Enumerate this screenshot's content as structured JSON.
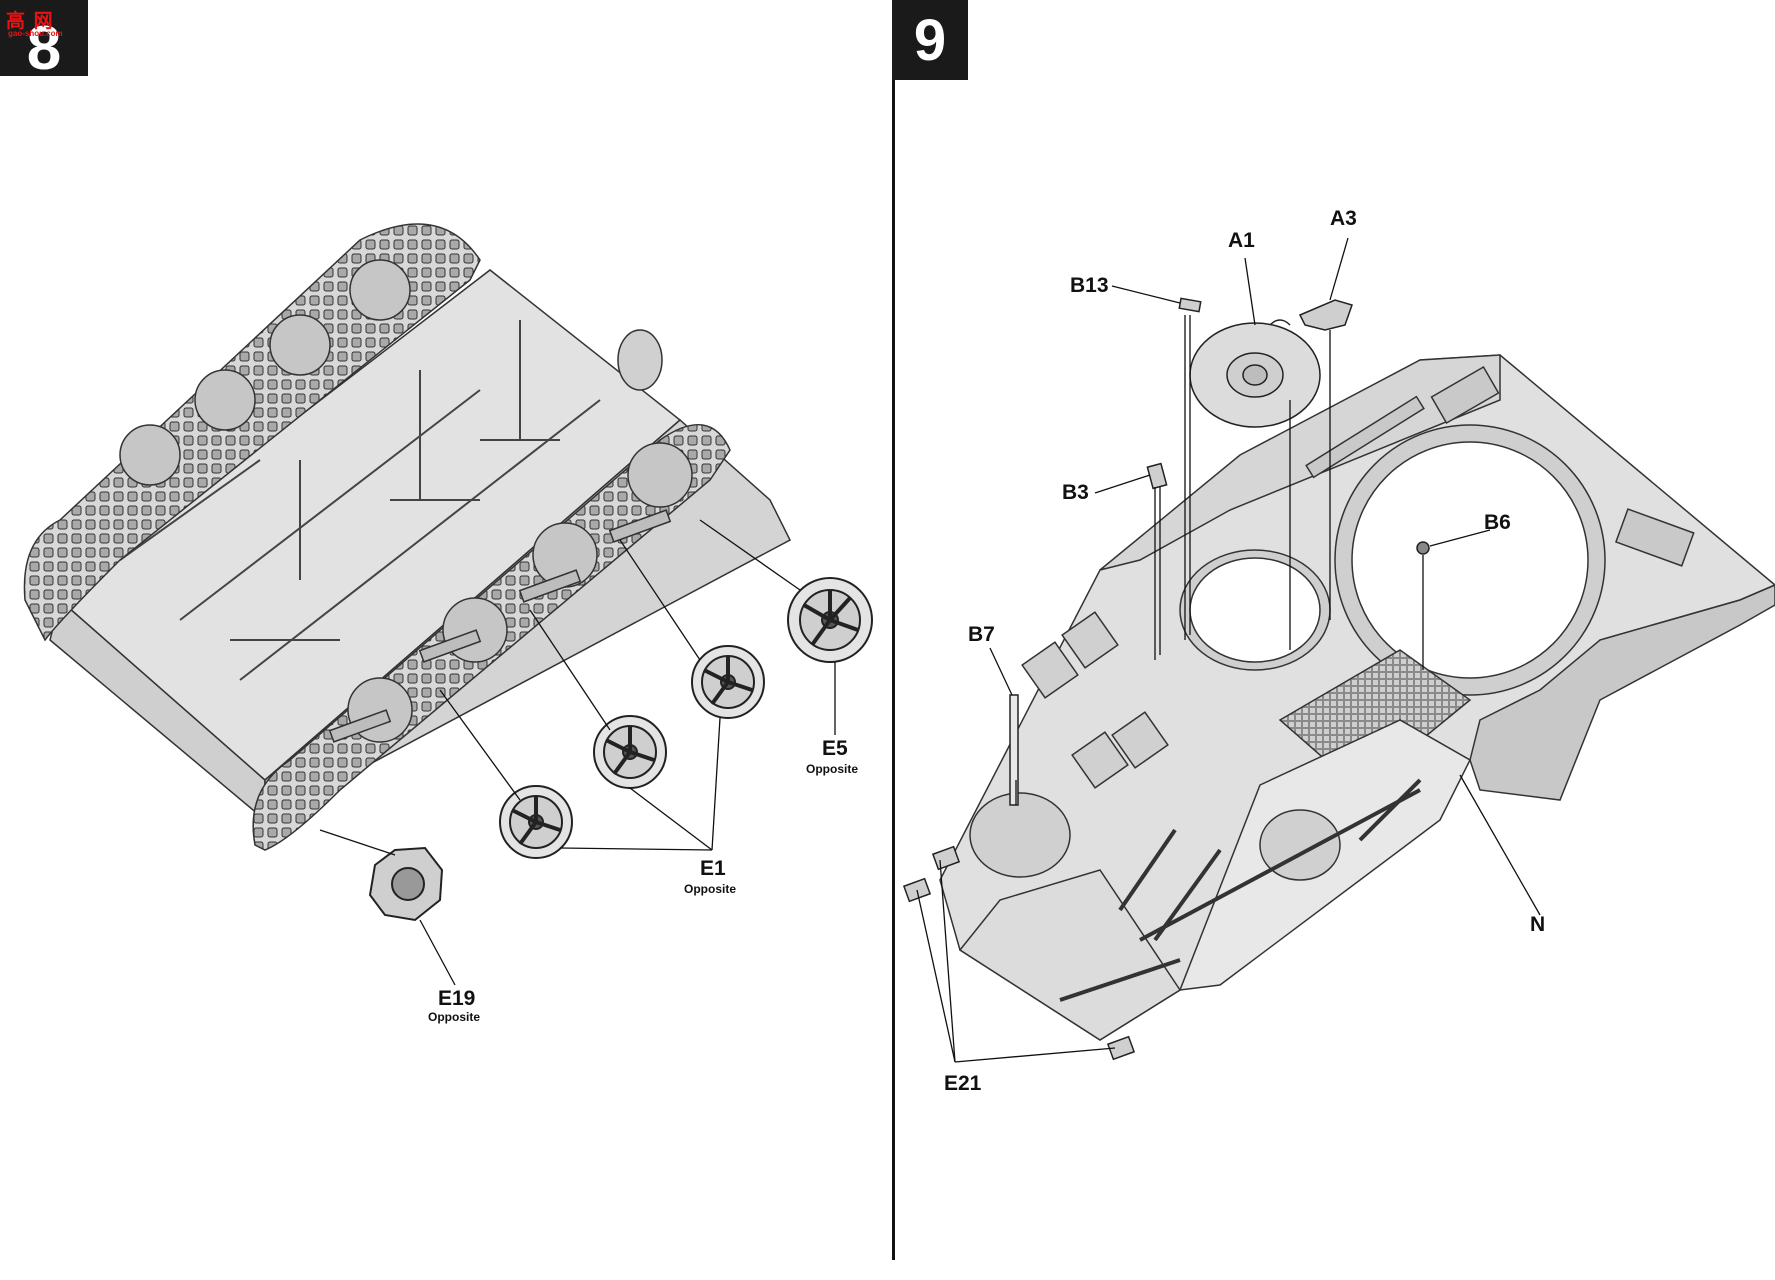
{
  "steps": [
    {
      "number": "8",
      "logo": {
        "text": "高 网",
        "sub": "gao-shou.com"
      },
      "callouts": [
        {
          "id": "E5",
          "label": "E5",
          "note": "Opposite"
        },
        {
          "id": "E1",
          "label": "E1",
          "note": "Opposite"
        },
        {
          "id": "E19",
          "label": "E19",
          "note": "Opposite"
        }
      ]
    },
    {
      "number": "9",
      "callouts": [
        {
          "id": "A1",
          "label": "A1"
        },
        {
          "id": "A3",
          "label": "A3"
        },
        {
          "id": "B13",
          "label": "B13"
        },
        {
          "id": "B3",
          "label": "B3"
        },
        {
          "id": "B6",
          "label": "B6"
        },
        {
          "id": "B7",
          "label": "B7"
        },
        {
          "id": "N",
          "label": "N"
        },
        {
          "id": "E21",
          "label": "E21"
        }
      ]
    }
  ]
}
